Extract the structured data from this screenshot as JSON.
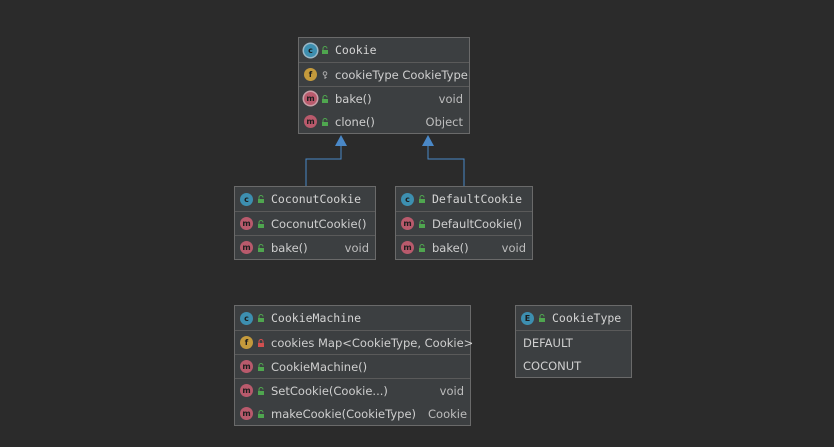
{
  "colors": {
    "background": "#2b2b2b",
    "node_fill": "#3c3f41",
    "node_border": "#6a6a6a",
    "edge": "#4a88c7",
    "class_badge": "#3d8fb0",
    "method_badge": "#b95a6c",
    "field_badge": "#c49a3c",
    "public_icon": "#4fa64f",
    "private_icon": "#d15050"
  },
  "badge_letters": {
    "class": "c",
    "method": "m",
    "field": "f",
    "enum": "E"
  },
  "nodes": {
    "cookie": {
      "title": "Cookie",
      "fields": [
        {
          "name": "cookieType CookieType",
          "visibility": "key-icon"
        }
      ],
      "methods": [
        {
          "name": "bake()",
          "type": "void",
          "visibility": "public"
        },
        {
          "name": "clone()",
          "type": "Object",
          "visibility": "public"
        }
      ]
    },
    "coconut": {
      "title": "CoconutCookie",
      "constructors": [
        {
          "name": "CoconutCookie()"
        }
      ],
      "methods": [
        {
          "name": "bake()",
          "type": "void"
        }
      ]
    },
    "default": {
      "title": "DefaultCookie",
      "constructors": [
        {
          "name": "DefaultCookie()"
        }
      ],
      "methods": [
        {
          "name": "bake()",
          "type": "void"
        }
      ]
    },
    "machine": {
      "title": "CookieMachine",
      "fields": [
        {
          "name": "cookies Map<CookieType, Cookie>",
          "visibility": "private"
        }
      ],
      "constructors": [
        {
          "name": "CookieMachine()"
        }
      ],
      "methods": [
        {
          "name": "SetCookie(Cookie...)",
          "type": "void"
        },
        {
          "name": "makeCookie(CookieType)",
          "type": "Cookie"
        }
      ]
    },
    "cookieType": {
      "title": "CookieType",
      "constants": [
        "DEFAULT",
        "COCONUT"
      ]
    }
  },
  "edges": [
    {
      "from": "coconut",
      "to": "cookie",
      "kind": "extends"
    },
    {
      "from": "default",
      "to": "cookie",
      "kind": "extends"
    }
  ]
}
